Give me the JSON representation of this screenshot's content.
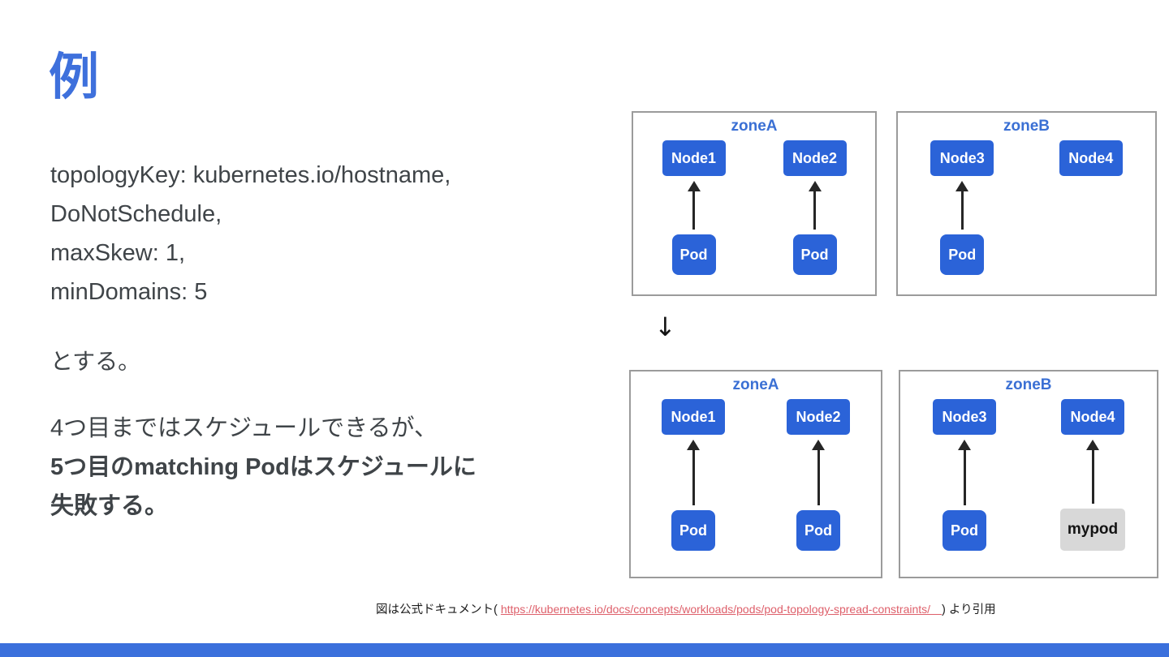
{
  "slide": {
    "title": "例",
    "body": {
      "config_lines": [
        "topologyKey: kubernetes.io/hostname,",
        "DoNotSchedule,",
        "maxSkew: 1,",
        "minDomains: 5"
      ],
      "assumption": "とする。",
      "result_line1": "4つ目まではスケジュールできるが、",
      "result_line2": "5つ目のmatching Podはスケジュールに",
      "result_line3": "失敗する。"
    },
    "transition_arrow": "↓",
    "diagram": {
      "before": {
        "zoneA": {
          "label": "zoneA",
          "nodes": [
            {
              "label": "Node1",
              "pod": "Pod"
            },
            {
              "label": "Node2",
              "pod": "Pod"
            }
          ]
        },
        "zoneB": {
          "label": "zoneB",
          "nodes": [
            {
              "label": "Node3",
              "pod": "Pod"
            },
            {
              "label": "Node4",
              "pod": null
            }
          ]
        }
      },
      "after": {
        "zoneA": {
          "label": "zoneA",
          "nodes": [
            {
              "label": "Node1",
              "pod": "Pod"
            },
            {
              "label": "Node2",
              "pod": "Pod"
            }
          ]
        },
        "zoneB": {
          "label": "zoneB",
          "nodes": [
            {
              "label": "Node3",
              "pod": "Pod"
            },
            {
              "label": "Node4",
              "pod": "mypod"
            }
          ]
        }
      }
    },
    "footer": {
      "prefix": "図は公式ドキュメント( ",
      "link_text": "https://kubernetes.io/docs/concepts/workloads/pods/pod-topology-spread-constraints/　",
      "suffix": ") より引用"
    },
    "colors": {
      "title_blue": "#3E70DC",
      "node_blue": "#2B63D8",
      "zone_label_blue": "#3B70D4",
      "body_text": "#3F4448",
      "link_red": "#DE5F6A",
      "mypod_gray": "#D8D8D8",
      "panel_border_gray": "#9B9B9B",
      "bottom_bar_blue": "#3B70DC"
    }
  }
}
